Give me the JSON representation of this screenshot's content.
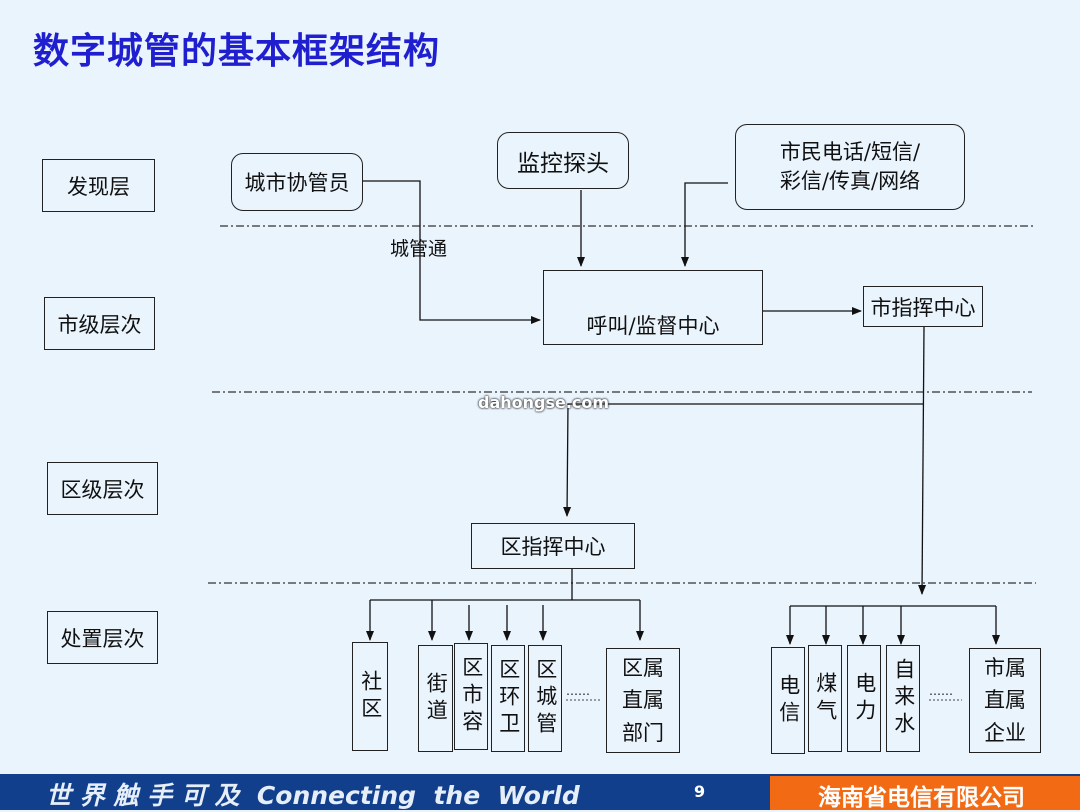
{
  "title": "数字城管的基本框架结构",
  "layers": [
    "发现层",
    "市级层次",
    "区级层次",
    "处置层次"
  ],
  "sources": {
    "coordinator": "城市协管员",
    "probe": "监控探头",
    "citizen_line1": "市民电话/短信/",
    "citizen_line2": "彩信/传真/网络"
  },
  "channel_label": "城管通",
  "call_center": "呼叫/监督中心",
  "city_command": "市指挥中心",
  "district_command": "区指挥中心",
  "district_units": [
    "社区",
    "街道",
    "区市容",
    "区环卫",
    "区城管",
    "区属直属部门"
  ],
  "city_units": [
    "电信",
    "煤气",
    "电力",
    "自来水",
    "市属直属企业"
  ],
  "ellipsis": "……",
  "watermark": "dahongse.com",
  "footer": {
    "slogan": "世 界 触 手 可 及  Connecting  the  World",
    "page": "9",
    "company": "海南省电信有限公司"
  }
}
